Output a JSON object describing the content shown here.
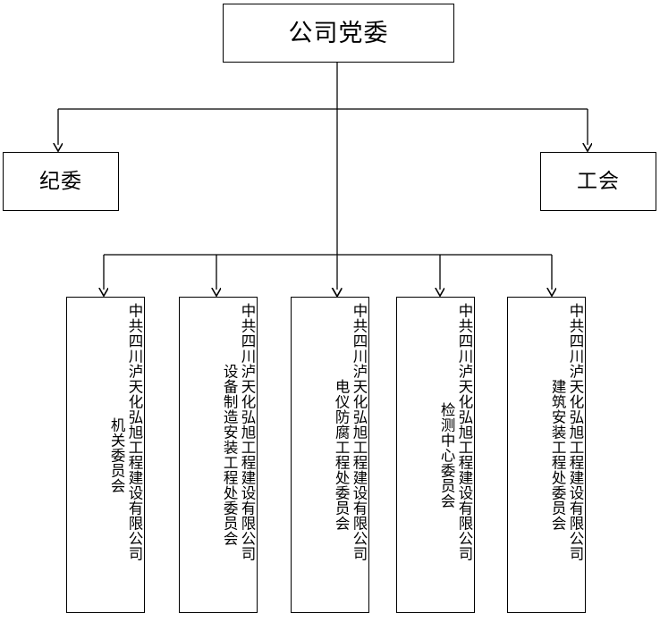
{
  "diagram": {
    "title_node": {
      "id": "company-party-committee",
      "label": "公司党委"
    },
    "tier2": [
      {
        "id": "discipline-commission",
        "label": "纪委"
      },
      {
        "id": "labor-union",
        "label": "工会"
      }
    ],
    "tier3": [
      {
        "id": "branch-agency",
        "company": "中共四川泸天化弘旭工程建设有限公司",
        "department": "机关委员会"
      },
      {
        "id": "branch-equipment",
        "company": "中共四川泸天化弘旭工程建设有限公司",
        "department": "设备制造安装工程处委员会"
      },
      {
        "id": "branch-electrical",
        "company": "中共四川泸天化弘旭工程建设有限公司",
        "department": "电仪防腐工程处委员会"
      },
      {
        "id": "branch-testing",
        "company": "中共四川泸天化弘旭工程建设有限公司",
        "department": "检测中心委员会"
      },
      {
        "id": "branch-construction",
        "company": "中共四川泸天化弘旭工程建设有限公司",
        "department": "建筑安装工程处委员会"
      }
    ],
    "colors": {
      "stroke": "#000000",
      "background": "#ffffff",
      "text": "#000000"
    }
  }
}
